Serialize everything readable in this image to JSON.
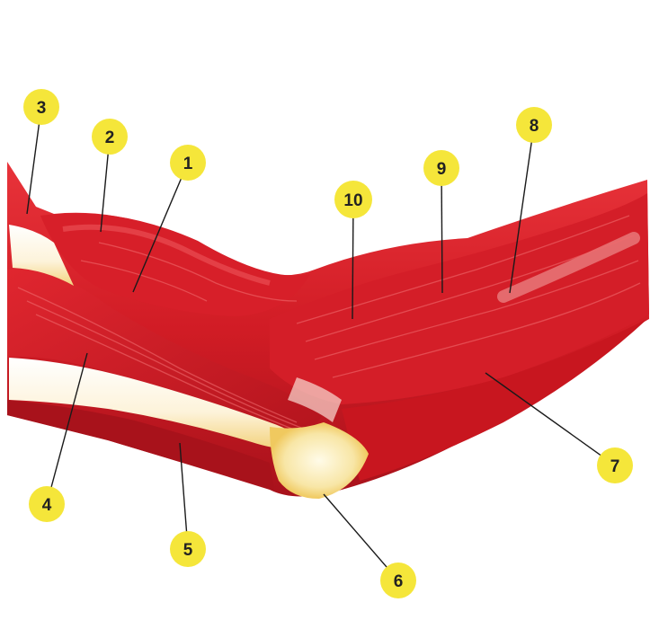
{
  "diagram": {
    "background_color": "#ffffff",
    "muscle_color": "#d8202a",
    "muscle_shadow_color": "#a5121a",
    "tendon_color": "#fbeecf",
    "label_fill": "#f5e63a",
    "leader_color": "#1a1a1a",
    "labels": [
      {
        "id": "1",
        "text": "1"
      },
      {
        "id": "2",
        "text": "2"
      },
      {
        "id": "3",
        "text": "3"
      },
      {
        "id": "4",
        "text": "4"
      },
      {
        "id": "5",
        "text": "5"
      },
      {
        "id": "6",
        "text": "6"
      },
      {
        "id": "7",
        "text": "7"
      },
      {
        "id": "8",
        "text": "8"
      },
      {
        "id": "9",
        "text": "9"
      },
      {
        "id": "10",
        "text": "10"
      }
    ]
  }
}
